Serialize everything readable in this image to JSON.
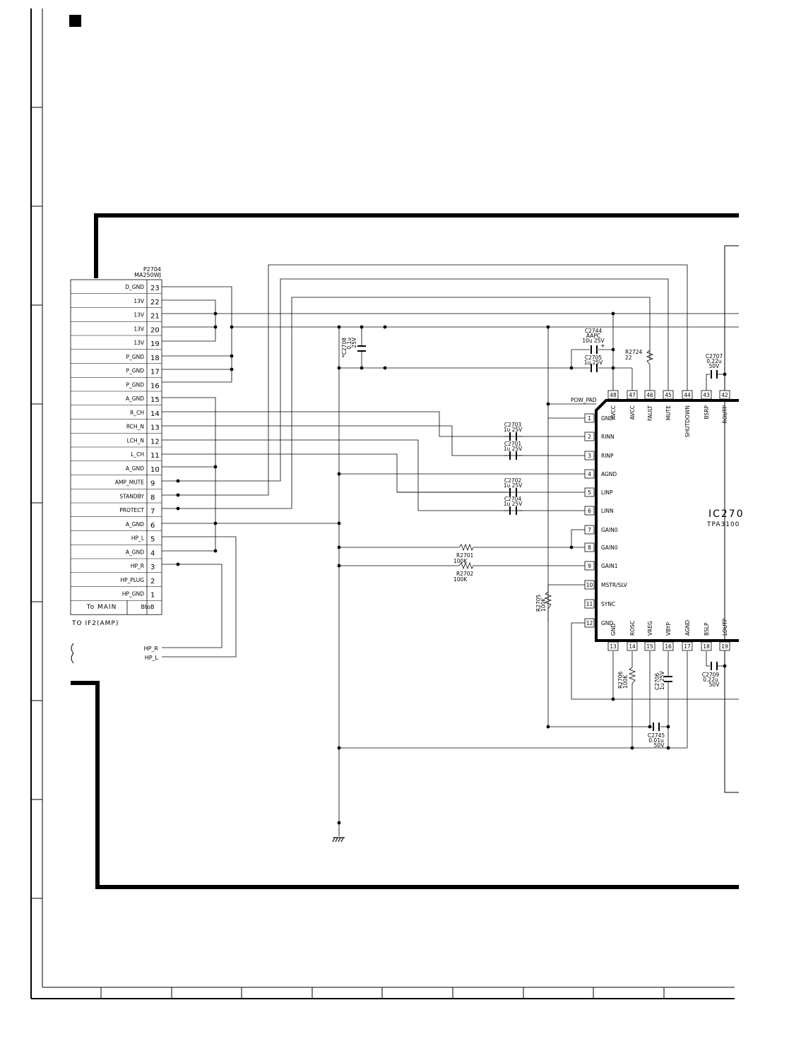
{
  "connector": {
    "ref": "P2704",
    "part": "MA250WJ",
    "pins": [
      {
        "num": "23",
        "name": "D_GND"
      },
      {
        "num": "22",
        "name": "13V"
      },
      {
        "num": "21",
        "name": "13V"
      },
      {
        "num": "20",
        "name": "13V"
      },
      {
        "num": "19",
        "name": "13V"
      },
      {
        "num": "18",
        "name": "P_GND"
      },
      {
        "num": "17",
        "name": "P_GND"
      },
      {
        "num": "16",
        "name": "P_GND"
      },
      {
        "num": "15",
        "name": "A_GND"
      },
      {
        "num": "14",
        "name": "R_CH"
      },
      {
        "num": "13",
        "name": "RCH_N"
      },
      {
        "num": "12",
        "name": "LCH_N"
      },
      {
        "num": "11",
        "name": "L_CH"
      },
      {
        "num": "10",
        "name": "A_GND"
      },
      {
        "num": "9",
        "name": "AMP_MUTE"
      },
      {
        "num": "8",
        "name": "STANDBY"
      },
      {
        "num": "7",
        "name": "PROTECT"
      },
      {
        "num": "6",
        "name": "A_GND"
      },
      {
        "num": "5",
        "name": "HP_L"
      },
      {
        "num": "4",
        "name": "A_GND"
      },
      {
        "num": "3",
        "name": "HP_R"
      },
      {
        "num": "2",
        "name": "HP_PLUG"
      },
      {
        "num": "1",
        "name": "HP_GND"
      }
    ],
    "footer_left": "To MAIN",
    "footer_right": "BtoB",
    "caption": "TO IF2(AMP)"
  },
  "hp_labels": [
    "HP_R",
    "HP_L"
  ],
  "ic": {
    "ref": "IC270",
    "part": "TPA3100",
    "left_pins": [
      {
        "num": "1",
        "name": "GND"
      },
      {
        "num": "2",
        "name": "RINN"
      },
      {
        "num": "3",
        "name": "RINP"
      },
      {
        "num": "4",
        "name": "AGND"
      },
      {
        "num": "5",
        "name": "LINP"
      },
      {
        "num": "6",
        "name": "LINN"
      },
      {
        "num": "7",
        "name": "GAIN0"
      },
      {
        "num": "8",
        "name": "GAIN0"
      },
      {
        "num": "9",
        "name": "GAIN1"
      },
      {
        "num": "10",
        "name": "MSTR/SLV"
      },
      {
        "num": "11",
        "name": "SYNC"
      },
      {
        "num": "12",
        "name": "GND"
      }
    ],
    "top_pins": [
      {
        "num": "48",
        "name": "AVCC"
      },
      {
        "num": "47",
        "name": "AVCC"
      },
      {
        "num": "46",
        "name": "FAULT"
      },
      {
        "num": "45",
        "name": "MUTE"
      },
      {
        "num": "44",
        "name": "SHUTDOWN"
      },
      {
        "num": "43",
        "name": "BSRP"
      },
      {
        "num": "42",
        "name": "ROUTP"
      }
    ],
    "bottom_pins": [
      {
        "num": "13",
        "name": "GND"
      },
      {
        "num": "14",
        "name": "ROSC"
      },
      {
        "num": "15",
        "name": "VREG"
      },
      {
        "num": "16",
        "name": "VBYP"
      },
      {
        "num": "17",
        "name": "AGND"
      },
      {
        "num": "18",
        "name": "BSLP"
      },
      {
        "num": "19",
        "name": "LOUTP"
      }
    ],
    "pow_pad": "POW_PAD"
  },
  "components": {
    "C2703": [
      "C2703",
      "1u 25V"
    ],
    "C2701": [
      "C2701",
      "1u 25V"
    ],
    "C2702": [
      "C2702",
      "1u 25V"
    ],
    "C2704": [
      "C2704",
      "1u 25V"
    ],
    "C2744": [
      "C2744",
      "AAPC",
      "10u 25V"
    ],
    "C2705": [
      "C2705",
      "1u 25V"
    ],
    "R2724": [
      "R2724",
      "22"
    ],
    "C2707": [
      "C2707",
      "0.22u",
      "50V"
    ],
    "C2708": [
      "*C2708",
      "0.1u",
      "25V"
    ],
    "R2701": [
      "R2701",
      "100K"
    ],
    "R2702": [
      "R2702",
      "100K"
    ],
    "R2705": [
      "R2705",
      "100K"
    ],
    "R2706": [
      "R2706",
      "100K"
    ],
    "C2706": [
      "C2706",
      "1u 25V"
    ],
    "C2709": [
      "C2709",
      "0.22u",
      "50V"
    ],
    "C2745": [
      "C2745",
      "0.01u",
      "50V"
    ]
  },
  "colors": {
    "ink": "#000000",
    "paper": "#ffffff",
    "trace": "#555555"
  }
}
